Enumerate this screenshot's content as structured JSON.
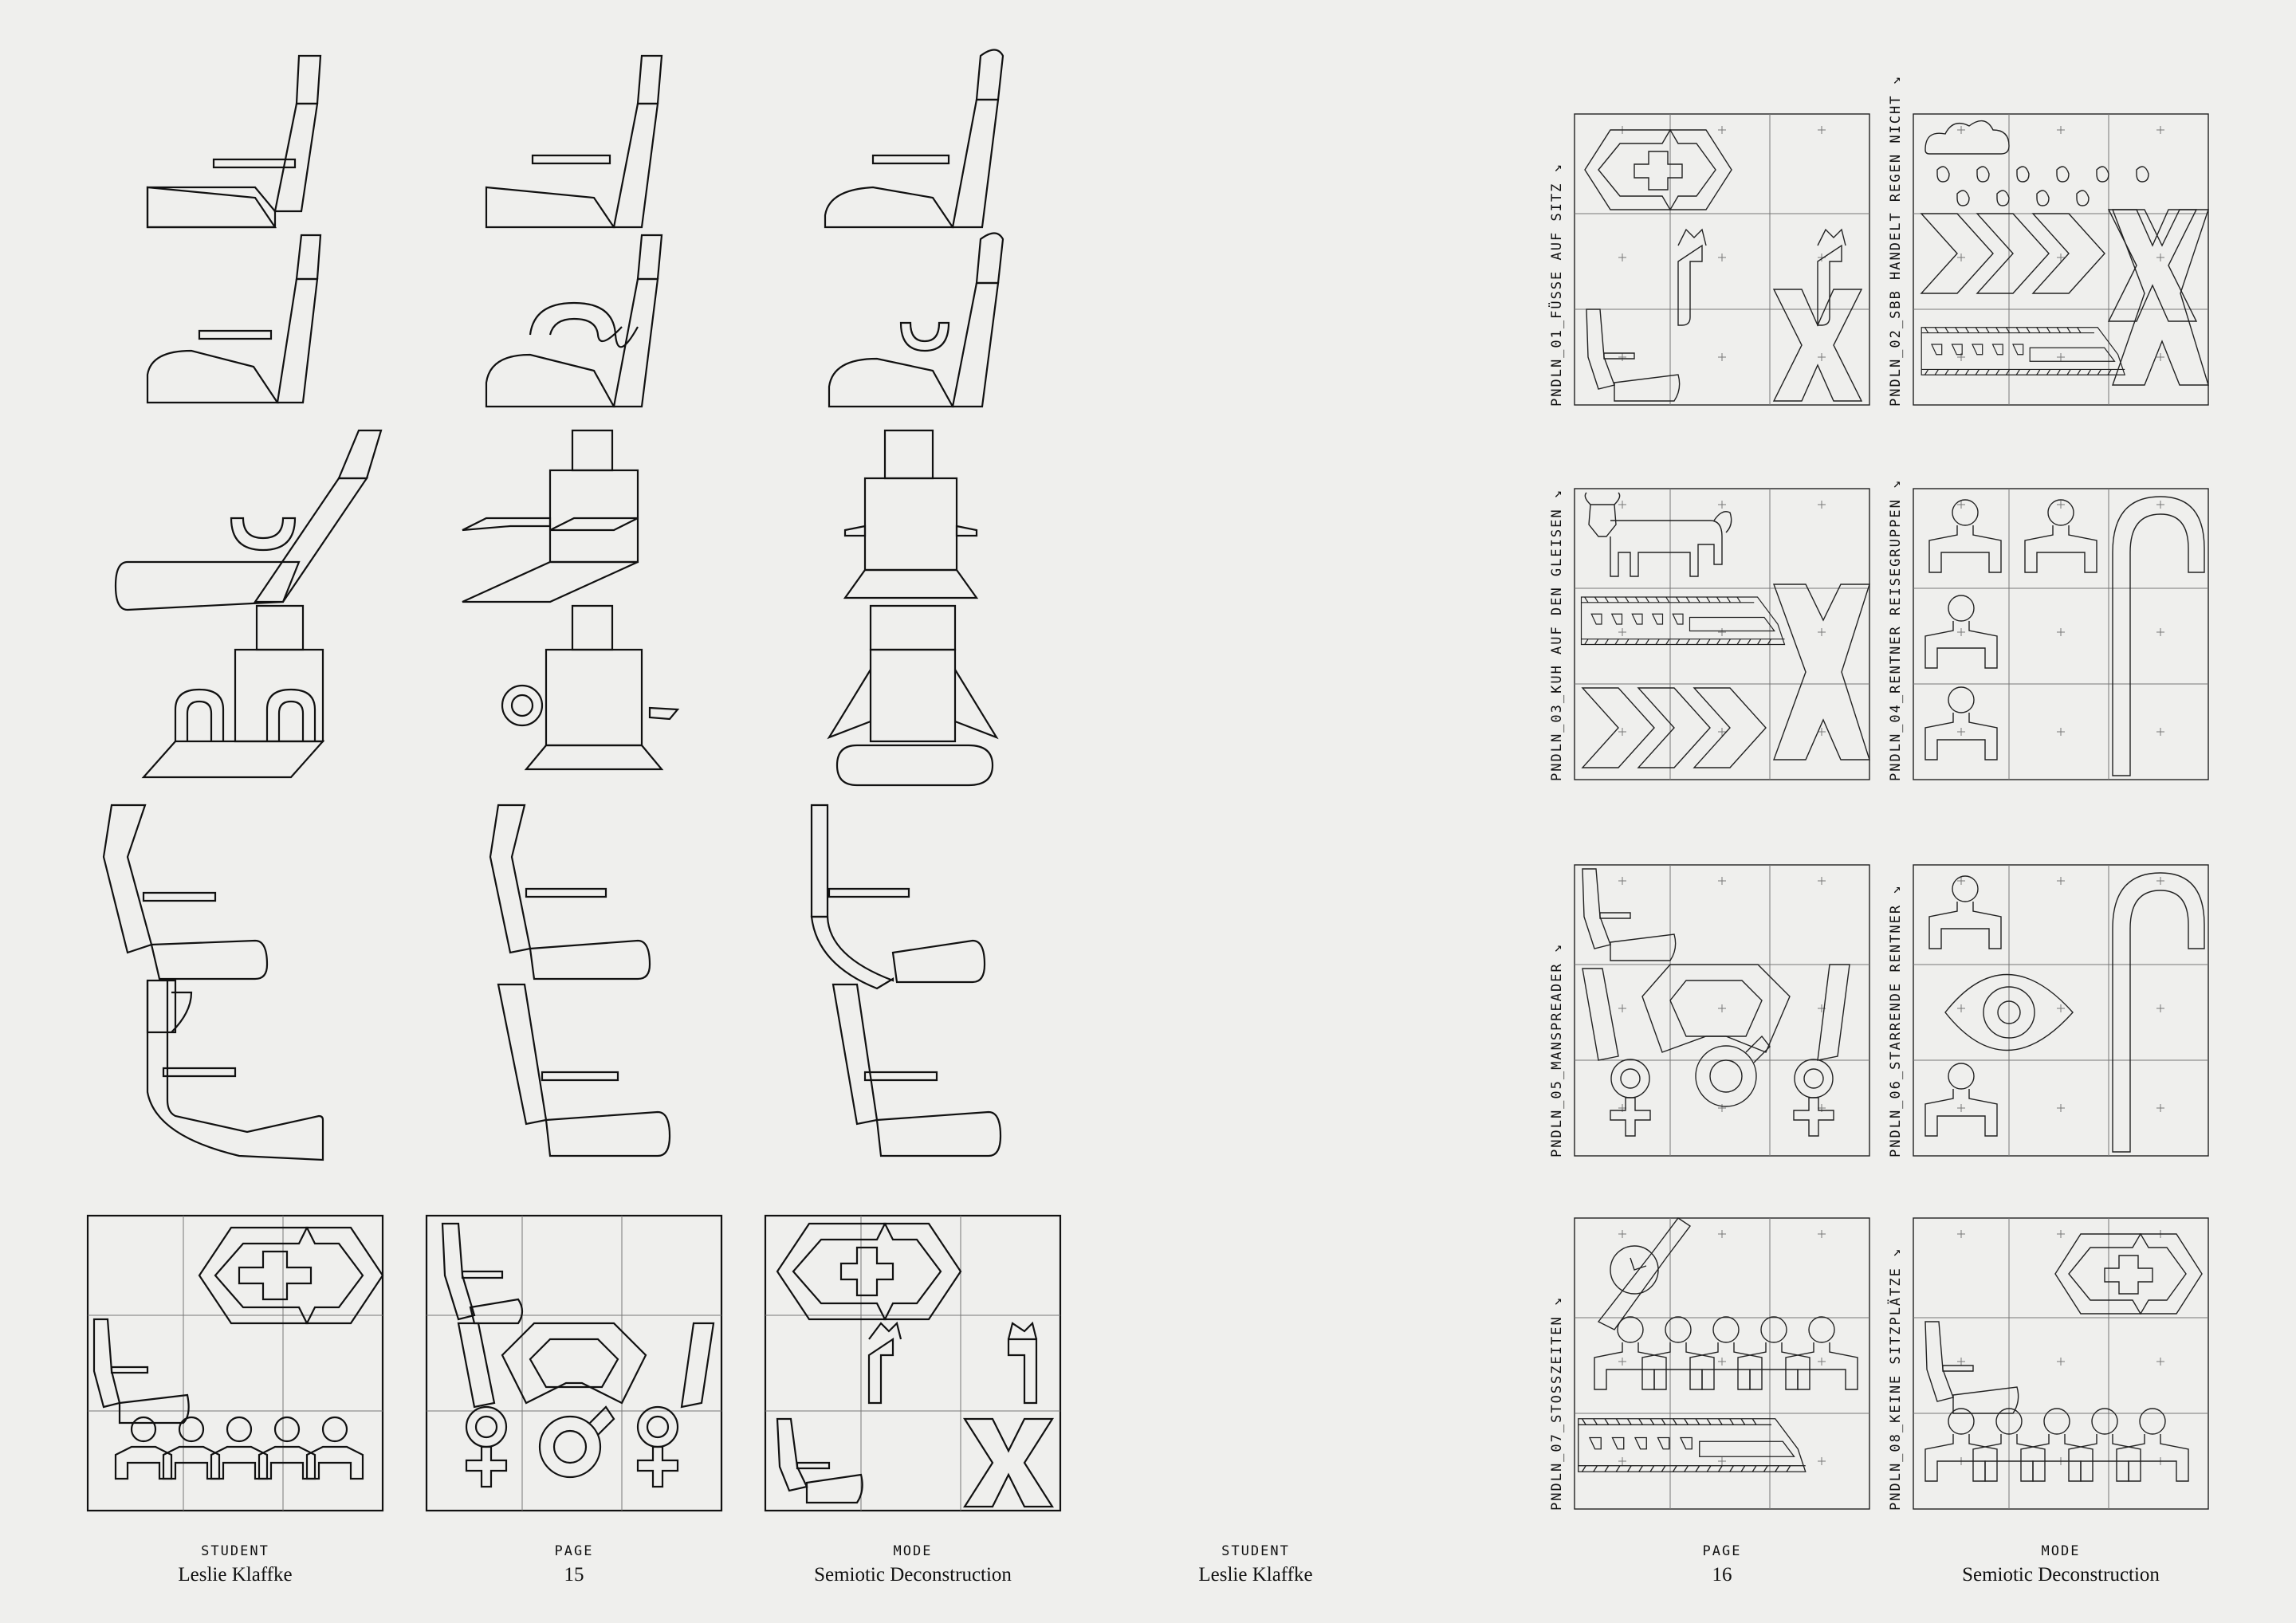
{
  "spread": {
    "left_page": {
      "footer": {
        "student_label": "STUDENT",
        "student_name": "Leslie Klaffke",
        "page_label": "PAGE",
        "page_number": "15",
        "mode_label": "MODE",
        "mode_value": "Semiotic Deconstruction"
      }
    },
    "right_page": {
      "footer": {
        "student_label": "STUDENT",
        "student_name": "Leslie Klaffke",
        "page_label": "PAGE",
        "page_number": "16",
        "mode_label": "MODE",
        "mode_value": "Semiotic Deconstruction"
      },
      "pictograms": [
        {
          "label": "PNDLN_01_FÜSSE AUF SITZ ↘"
        },
        {
          "label": "PNDLN_02_SBB HANDELT REGEN NICHT ↘"
        },
        {
          "label": "PNDLN_03_KUH AUF DEN GLEISEN ↘"
        },
        {
          "label": "PNDLN_04_RENTNER REISEGRUPPEN ↘"
        },
        {
          "label": "PNDLN_05_MANSPREADER ↘"
        },
        {
          "label": "PNDLN_06_STARRENDE RENTNER ↘"
        },
        {
          "label": "PNDLN_07_STOSSZEITEN ↘"
        },
        {
          "label": "PNDLN_08_KEINE SITZPLÄTZE ↘"
        }
      ]
    }
  }
}
